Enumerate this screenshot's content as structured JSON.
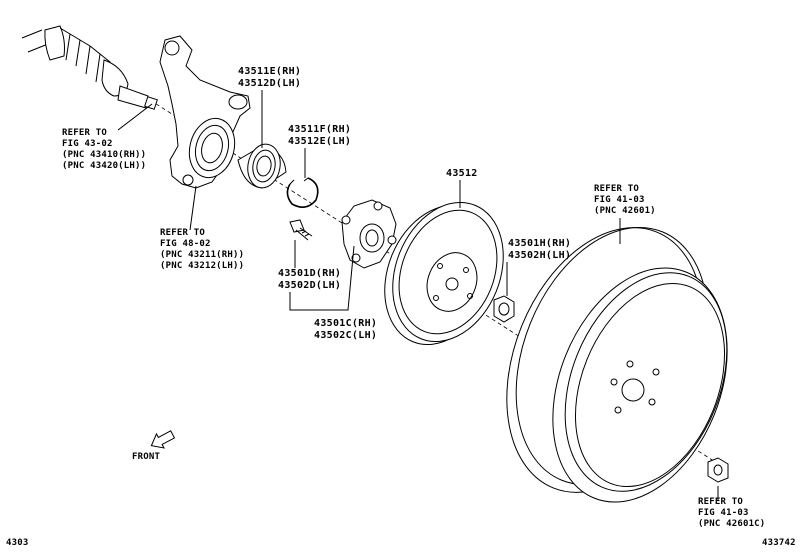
{
  "labels": {
    "ref_axle": [
      "REFER TO",
      "FIG 43-02",
      "(PNC 43410(RH))",
      "(PNC 43420(LH))"
    ],
    "ref_knuckle": [
      "REFER TO",
      "FIG 48-02",
      "(PNC 43211(RH))",
      "(PNC 43212(LH))"
    ],
    "ref_wheel": [
      "REFER TO",
      "FIG 41-03",
      "(PNC 42601)"
    ],
    "ref_nut": [
      "REFER TO",
      "FIG 41-03",
      "(PNC 42601C)"
    ],
    "bearing": [
      "43511E(RH)",
      "43512D(LH)"
    ],
    "snap_ring": [
      "43511F(RH)",
      "43512E(LH)"
    ],
    "hub_bolt": [
      "43501D(RH)",
      "43502D(LH)"
    ],
    "hub": [
      "43501C(RH)",
      "43502C(LH)"
    ],
    "rotor": "43512",
    "hub_nut": [
      "43501H(RH)",
      "43502H(LH)"
    ],
    "front": "FRONT",
    "footer_left": "4303",
    "footer_right": "433742"
  },
  "icons": {
    "front_arrow": "front-direction-arrow-icon"
  }
}
